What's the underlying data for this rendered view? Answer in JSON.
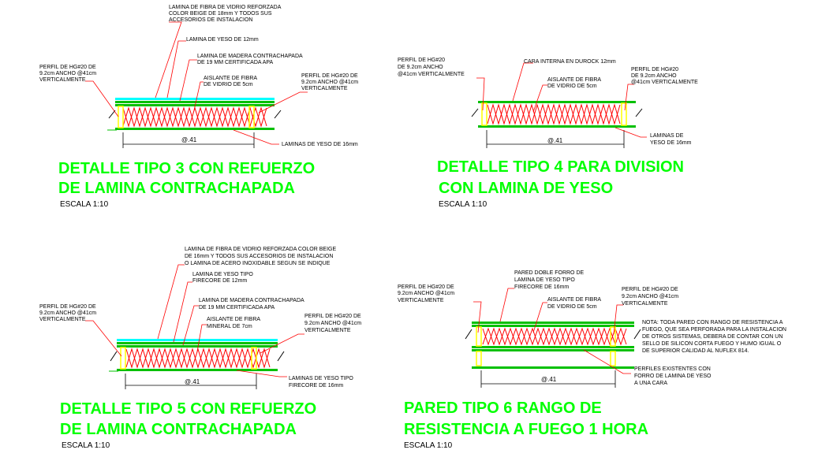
{
  "colors": {
    "title": "#00ff00",
    "ink": "#000000",
    "leader": "#ff0000",
    "insulation": "#ff0000",
    "board": "#00c000",
    "board_light": "#00ffff",
    "stud": "#ffff00"
  },
  "details": [
    {
      "title_line1": "DETALLE TIPO 3  CON REFUERZO",
      "title_line2": "DE LAMINA CONTRACHAPADA",
      "scale": "ESCALA 1:10",
      "dimension": "@.41",
      "labels": {
        "top1": "LAMINA DE FIBRA DE VIDRIO REFORZADA",
        "top2": "COLOR BEIGE DE 18mm Y TODOS SUS",
        "top3": "ACCESORIOS DE INSTALACION",
        "yeso": "LAMINA DE YESO DE 12mm",
        "madera1": "LAMINA DE MADERA CONTRACHAPADA",
        "madera2": "DE 19 MM CERTIFICADA APA",
        "aislante1": "AISLANTE DE FIBRA",
        "aislante2": "DE VIDRIO DE 5cm",
        "perfil_l1": "PERFIL DE HG#20  DE",
        "perfil_l2": "9.2cm ANCHO @41cm",
        "perfil_l3": "VERTICALMENTE",
        "perfil_r1": "PERFIL DE HG#20  DE",
        "perfil_r2": "9.2cm ANCHO @41cm",
        "perfil_r3": "VERTICALMENTE",
        "bottom1": "LAMINAS DE YESO DE 16mm"
      }
    },
    {
      "title_line1": "DETALLE TIPO 4 PARA DIVISION",
      "title_line2": "CON LAMINA DE YESO",
      "scale": "ESCALA 1:10",
      "dimension": "@.41",
      "labels": {
        "cara": "CARA INTERNA EN DUROCK 12mm",
        "aislante1": "AISLANTE DE FIBRA",
        "aislante2": "DE VIDRIO DE 5cm",
        "perfil_l1": "PERFIL DE HG#20",
        "perfil_l2": "DE 9.2cm ANCHO",
        "perfil_l3": "@41cm VERTICALMENTE",
        "perfil_r1": "PERFIL DE HG#20",
        "perfil_r2": "DE 9.2cm ANCHO",
        "perfil_r3": "@41cm VERTICALMENTE",
        "bottom1": "LAMINAS DE",
        "bottom2": "YESO DE 16mm"
      }
    },
    {
      "title_line1": "DETALLE TIPO 5  CON REFUERZO",
      "title_line2": "DE LAMINA CONTRACHAPADA",
      "scale": "ESCALA 1:10",
      "dimension": "@.41",
      "labels": {
        "top1": "LAMINA DE FIBRA DE VIDRIO REFORZADA COLOR BEIGE",
        "top2": "DE 16mm Y TODOS SUS ACCESORIOS DE INSTALACION",
        "top3": "O LAMINA DE ACERO INOXIDABLE SEGUN SE INDIQUE",
        "yeso1": "LAMINA DE YESO TIPO",
        "yeso2": "FIRECORE DE 12mm",
        "madera1": "LAMINA DE MADERA CONTRACHAPADA",
        "madera2": "DE 19 MM CERTIFICADA APA",
        "aislante1": "AISLANTE DE FIBRA",
        "aislante2": "MINERAL DE 7cm",
        "perfil_l1": "PERFIL DE HG#20  DE",
        "perfil_l2": "9.2cm ANCHO @41cm",
        "perfil_l3": "VERTICALMENTE",
        "perfil_r1": "PERFIL DE HG#20  DE",
        "perfil_r2": "9.2cm ANCHO @41cm",
        "perfil_r3": "VERTICALMENTE",
        "bottom1": "LAMINAS DE YESO TIPO",
        "bottom2": "FIRECORE DE 16mm"
      }
    },
    {
      "title_line1": "PARED TIPO 6 RANGO DE",
      "title_line2": "RESISTENCIA A FUEGO 1 HORA",
      "scale": "ESCALA 1:10",
      "dimension": "@.41",
      "labels": {
        "pared1": "PARED DOBLE FORRO DE",
        "pared2": "LAMINA DE YESO TIPO",
        "pared3": "FIRECORE DE 16mm",
        "aislante1": "AISLANTE DE FIBRA",
        "aislante2": "DE VIDRIO DE 5cm",
        "perfil_l1": "PERFIL DE HG#20  DE",
        "perfil_l2": "9.2cm ANCHO @41cm",
        "perfil_l3": "VERTICALMENTE",
        "perfil_r1": "PERFIL DE HG#20  DE",
        "perfil_r2": "9.2cm ANCHO @41cm",
        "perfil_r3": "VERTICALMENTE",
        "existentes1": "PERFILES EXISTENTES CON",
        "existentes2": "FORRO DE LAMINA DE YESO",
        "existentes3": "A UNA CARA",
        "nota1": "NOTA: TODA PARED CON RANGO DE RESISTENCIA A",
        "nota2": "FUEGO, QUE SEA PERFORADA PARA LA INSTALACION",
        "nota3": "DE OTROS SISTEMAS, DEBERA DE CONTAR CON UN",
        "nota4": "SELLO DE SILICON CORTA FUEGO Y HUMO IGUAL O",
        "nota5": "DE SUPERIOR CALIDAD AL NUFLEX 814."
      }
    }
  ]
}
